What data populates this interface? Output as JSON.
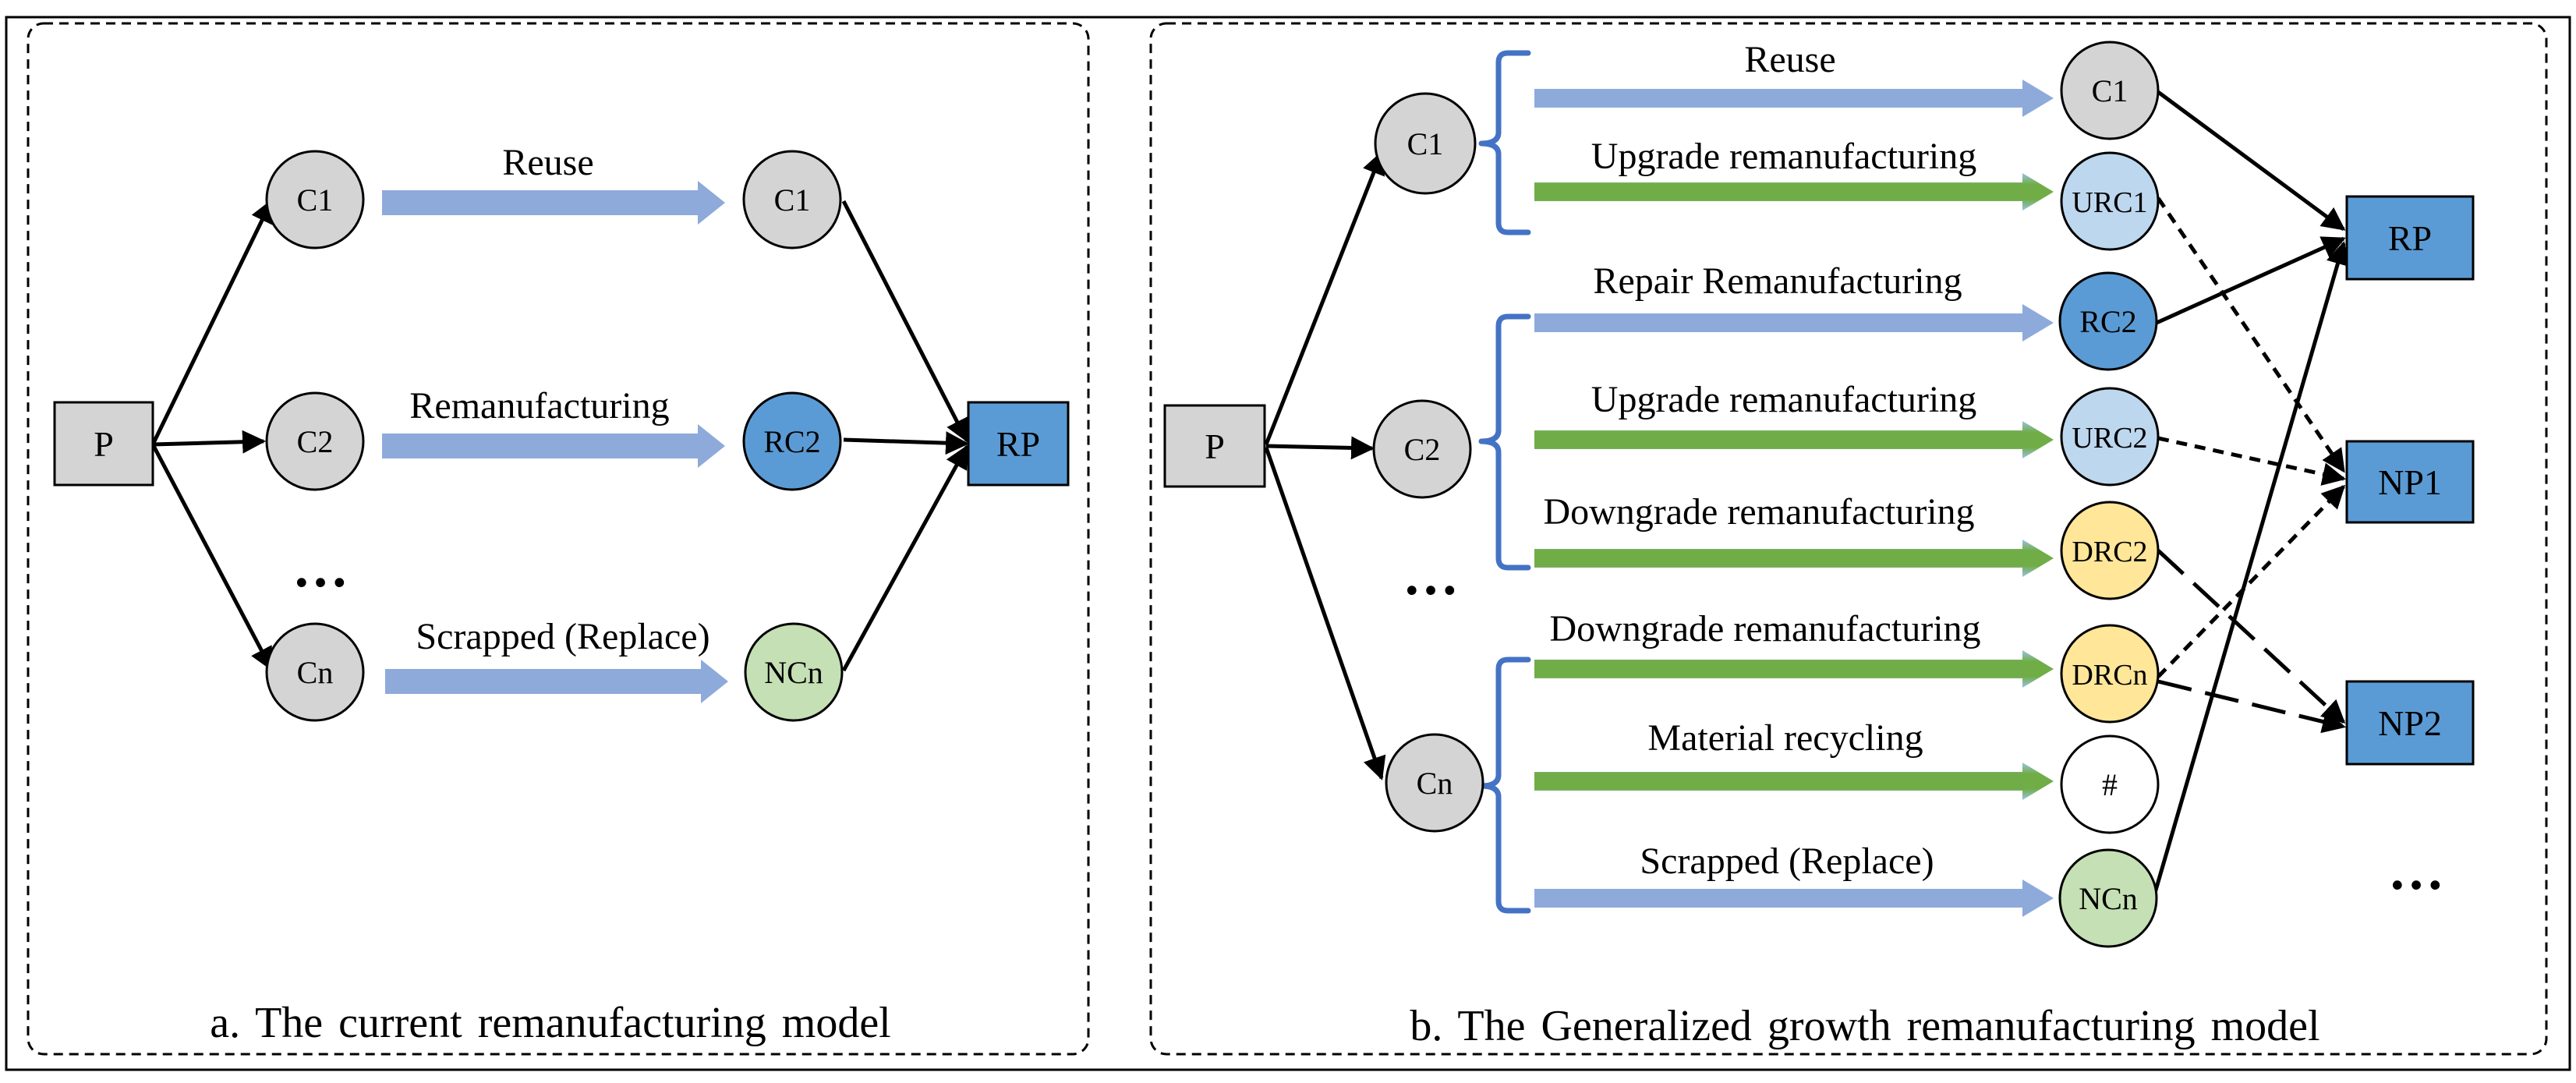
{
  "panel_a": {
    "caption": "a. The current remanufacturing model",
    "product": "P",
    "components": [
      "C1",
      "C2",
      "Cn"
    ],
    "ellipsis": "…",
    "processes": [
      "Reuse",
      "Remanufacturing",
      "Scrapped (Replace)"
    ],
    "results": [
      "C1",
      "RC2",
      "NCn"
    ],
    "target": "RP"
  },
  "panel_b": {
    "caption": "b. The Generalized growth remanufacturing model",
    "product": "P",
    "components": [
      "C1",
      "C2",
      "Cn"
    ],
    "ellipsis": "…",
    "processes": [
      "Reuse",
      "Upgrade remanufacturing",
      "Repair Remanufacturing",
      "Upgrade remanufacturing",
      "Downgrade remanufacturing",
      "Downgrade remanufacturing",
      "Material recycling",
      "Scrapped (Replace)"
    ],
    "results": [
      "C1",
      "URC1",
      "RC2",
      "URC2",
      "DRC2",
      "DRCn",
      "#",
      "NCn"
    ],
    "targets": [
      "RP",
      "NP1",
      "NP2"
    ],
    "targets_ellipsis": "…"
  },
  "colors": {
    "grey_node": "#d4d4d4",
    "dark_blue_node": "#5b9bd5",
    "light_blue_node": "#bdd7ee",
    "yellow_node": "#ffe699",
    "green_node": "#c5e0b4",
    "blue_arrow": "#8eaadb",
    "green_arrow": "#70ad47",
    "brace": "#4472c4"
  }
}
